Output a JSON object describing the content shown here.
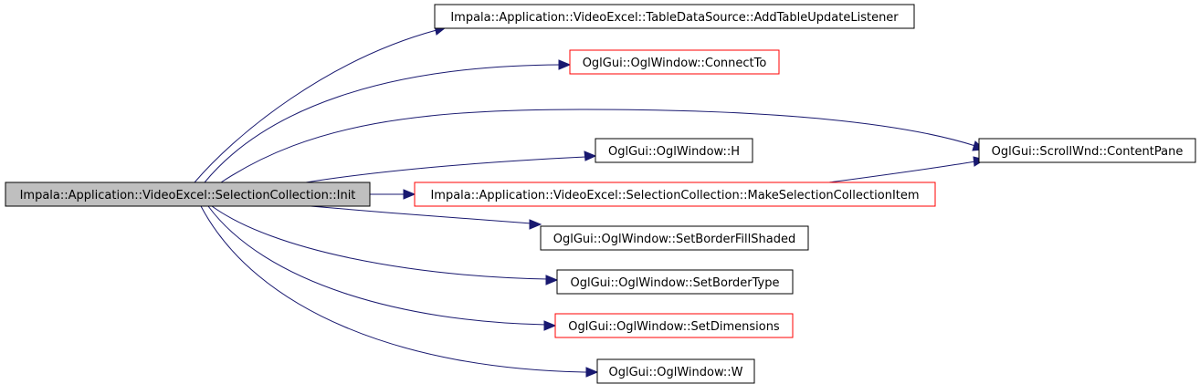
{
  "colors": {
    "edge": "#191970",
    "root_fill": "#bfbfbf",
    "node_border_normal": "#000000",
    "node_border_red": "#ff0000",
    "node_fill": "#ffffff"
  },
  "nodes": {
    "init": {
      "label": "Impala::Application::VideoExcel::SelectionCollection::Init",
      "style": "root"
    },
    "add_listener": {
      "label": "Impala::Application::VideoExcel::TableDataSource::AddTableUpdateListener",
      "style": "normal"
    },
    "connect_to": {
      "label": "OglGui::OglWindow::ConnectTo",
      "style": "red"
    },
    "content_pane": {
      "label": "OglGui::ScrollWnd::ContentPane",
      "style": "normal"
    },
    "h": {
      "label": "OglGui::OglWindow::H",
      "style": "normal"
    },
    "make_item": {
      "label": "Impala::Application::VideoExcel::SelectionCollection::MakeSelectionCollectionItem",
      "style": "red"
    },
    "set_border_fill": {
      "label": "OglGui::OglWindow::SetBorderFillShaded",
      "style": "normal"
    },
    "set_border_type": {
      "label": "OglGui::OglWindow::SetBorderType",
      "style": "normal"
    },
    "set_dimensions": {
      "label": "OglGui::OglWindow::SetDimensions",
      "style": "red"
    },
    "w": {
      "label": "OglGui::OglWindow::W",
      "style": "normal"
    }
  },
  "edges": [
    [
      "init",
      "add_listener"
    ],
    [
      "init",
      "connect_to"
    ],
    [
      "init",
      "content_pane"
    ],
    [
      "init",
      "h"
    ],
    [
      "init",
      "make_item"
    ],
    [
      "init",
      "set_border_fill"
    ],
    [
      "init",
      "set_border_type"
    ],
    [
      "init",
      "set_dimensions"
    ],
    [
      "init",
      "w"
    ],
    [
      "make_item",
      "content_pane"
    ]
  ]
}
